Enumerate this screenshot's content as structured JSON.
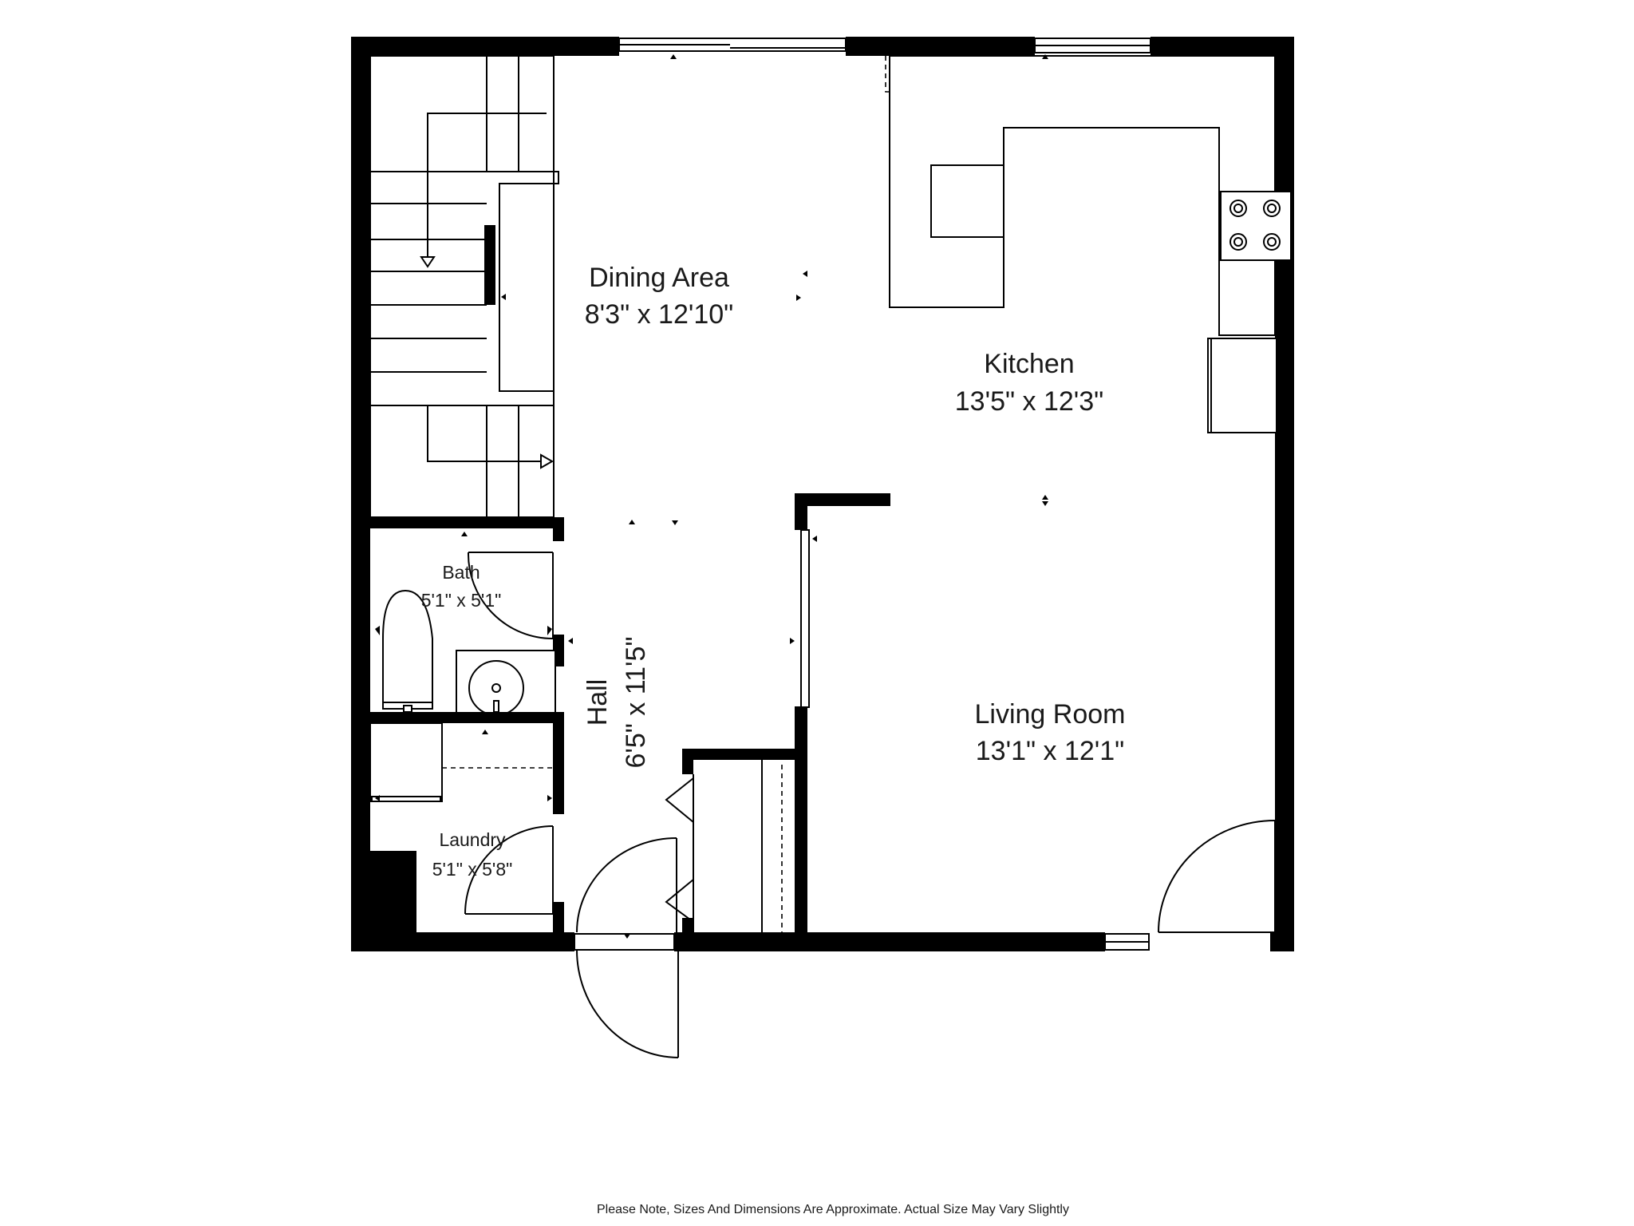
{
  "rooms": {
    "dining": {
      "name": "Dining Area",
      "size": "8'3\" x 12'10\""
    },
    "kitchen": {
      "name": "Kitchen",
      "size": "13'5\" x 12'3\""
    },
    "living": {
      "name": "Living Room",
      "size": "13'1\" x 12'1\""
    },
    "hall": {
      "name": "Hall",
      "size": "6'5\" x 11'5\""
    },
    "bath": {
      "name": "Bath",
      "size": "5'1\" x 5'1\""
    },
    "laundry": {
      "name": "Laundry",
      "size": "5'1\" x 5'8\""
    }
  },
  "note": "Please Note, Sizes And Dimensions Are Approximate. Actual Size May Vary Slightly"
}
